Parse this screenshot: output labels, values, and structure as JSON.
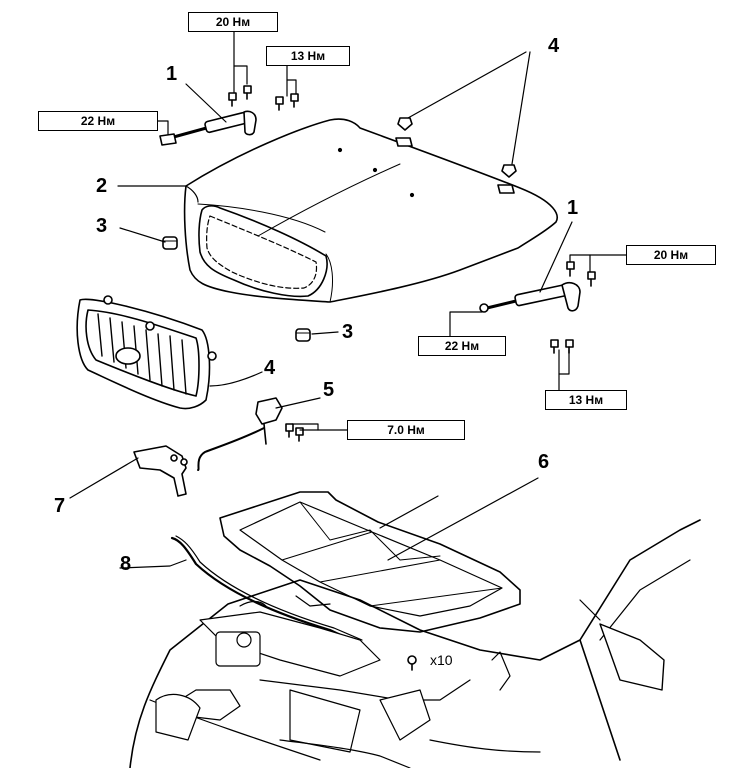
{
  "torque_labels": {
    "strut_left_top": "20 Нм",
    "strut_left_mid": "13 Нм",
    "strut_left_end": "22 Нм",
    "strut_right_top": "20 Нм",
    "strut_right_end": "22 Нм",
    "strut_right_bottom": "13 Нм",
    "latch": "7.0 Нм"
  },
  "callouts": {
    "strut_left": "1",
    "strut_right": "1",
    "hood": "2",
    "cushion_upper": "3",
    "cushion_lower": "3",
    "bumper_top": "4",
    "grille": "4",
    "latch": "5",
    "insulator": "6",
    "release_lever": "7",
    "seal": "8"
  },
  "quantity_note": "x10"
}
